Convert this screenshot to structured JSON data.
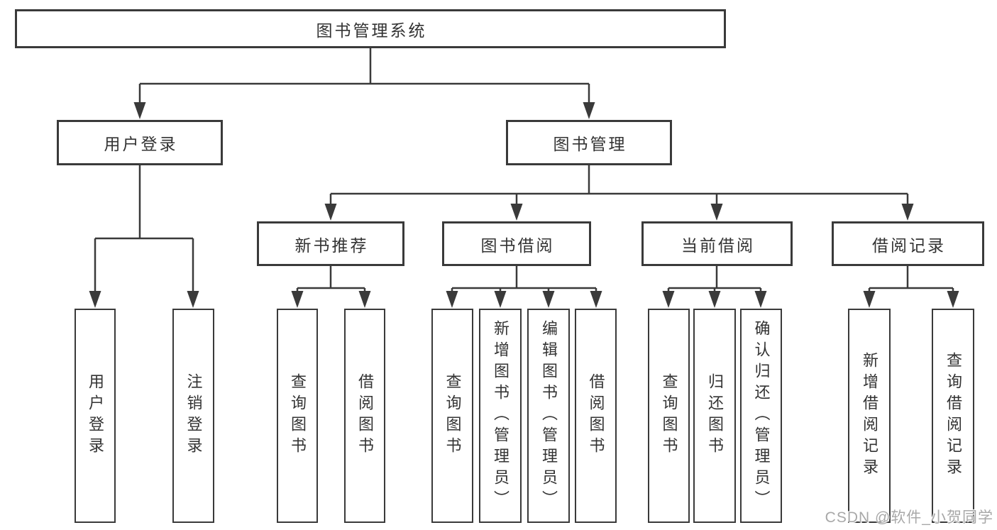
{
  "tree": {
    "label": "图书管理系统",
    "children": [
      {
        "label": "用户登录",
        "children": [
          {
            "label": "用户登录"
          },
          {
            "label": "注销登录"
          }
        ]
      },
      {
        "label": "图书管理",
        "children": [
          {
            "label": "新书推荐",
            "children": [
              {
                "label": "查询图书"
              },
              {
                "label": "借阅图书"
              }
            ]
          },
          {
            "label": "图书借阅",
            "children": [
              {
                "label": "查询图书"
              },
              {
                "label": "新增图书（管理员）"
              },
              {
                "label": "编辑图书（管理员）"
              },
              {
                "label": "借阅图书"
              }
            ]
          },
          {
            "label": "当前借阅",
            "children": [
              {
                "label": "查询图书"
              },
              {
                "label": "归还图书"
              },
              {
                "label": "确认归还（管理员）"
              }
            ]
          },
          {
            "label": "借阅记录",
            "children": [
              {
                "label": "新增借阅记录"
              },
              {
                "label": "查询借阅记录"
              }
            ]
          }
        ]
      }
    ]
  },
  "watermark": {
    "text": "CSDN @软件_小贺同学"
  },
  "colors": {
    "line": "#3a3a3a",
    "text": "#333333",
    "background": "#ffffff",
    "watermark": "#a8a8a8"
  }
}
